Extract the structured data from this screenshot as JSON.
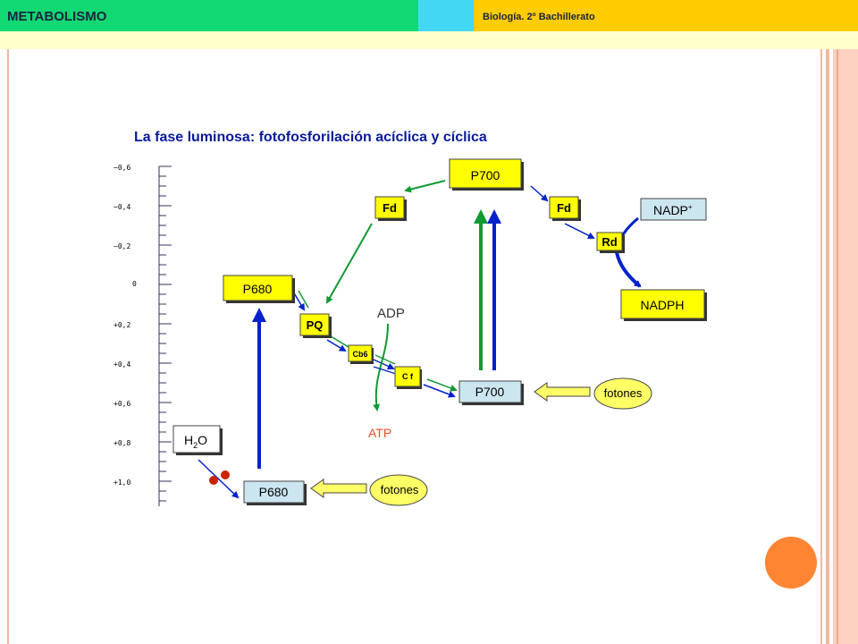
{
  "header": {
    "title": "METABOLISMO",
    "subtitle": "Biología. 2º Bachillerato"
  },
  "diagram": {
    "title": "La fase luminosa: fotofosforilación acíclica y cíclica",
    "scale_labels": [
      "−0,6",
      "−0,4",
      "−0,2",
      "0",
      "+0,2",
      "+0,4",
      "+0,6",
      "+0,8",
      "+1,0"
    ],
    "boxes": {
      "p700_top": "P700",
      "fd_left": "Fd",
      "fd_right": "Fd",
      "nadp": "NADP",
      "nadp_sup": "+",
      "rd": "Rd",
      "nadph": "NADPH",
      "p680_top": "P680",
      "pq": "PQ",
      "cb6": "Cb6",
      "cf": "C f",
      "p700_bottom": "P700",
      "h2o_h": "H",
      "h2o_sub": "2",
      "h2o_o": "O",
      "p680_bottom": "P680",
      "fotones_right": "fotones",
      "fotones_bottom": "fotones"
    },
    "labels": {
      "adp": "ADP",
      "atp": "ATP"
    },
    "colors": {
      "yellow_box": "#ffff00",
      "blue_box": "#cce6f0",
      "blue_arrow": "#0022cc",
      "green_arrow": "#119933",
      "atp_color": "#e8502a",
      "title_color": "#0a1a99"
    }
  }
}
